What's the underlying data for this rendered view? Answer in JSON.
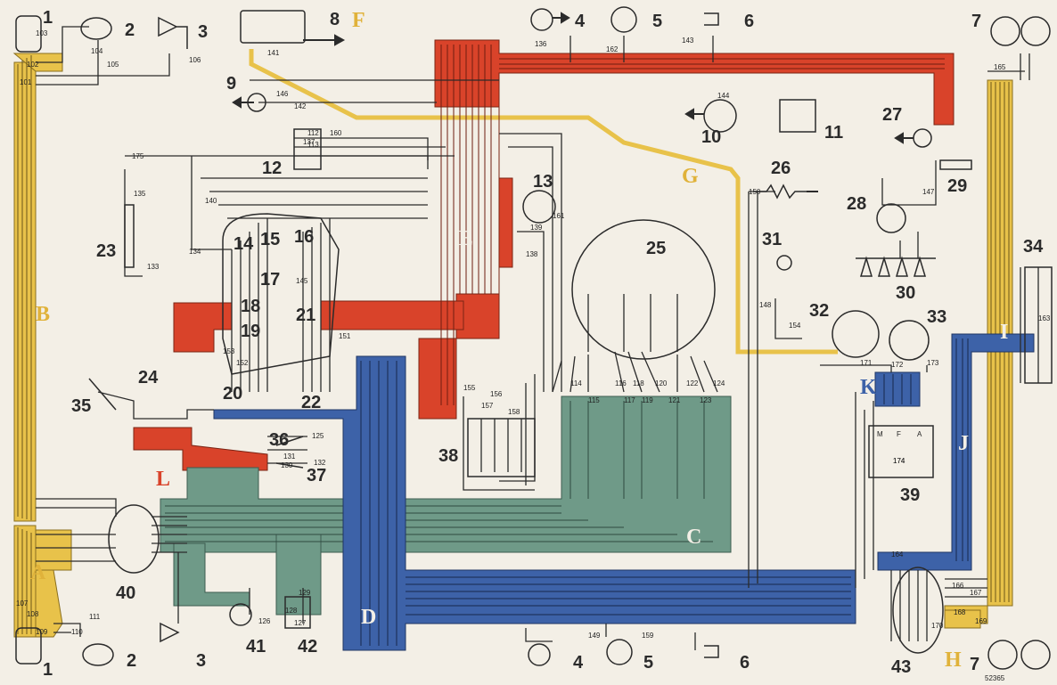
{
  "diagram": {
    "colors": {
      "background": "#f3efe6",
      "wire": "#2b2b2b",
      "harness_yellow": "#e8c24a",
      "harness_red": "#d9432a",
      "harness_blue": "#3d62a8",
      "harness_green": "#6f9a88",
      "label": "#2b2b2b",
      "harness_label_yellow": "#e0b23a",
      "harness_label_red": "#d9432a",
      "harness_label_blue": "#3d62a8"
    },
    "harness_labels": [
      {
        "id": "A",
        "text": "A",
        "color": "harness_label_yellow"
      },
      {
        "id": "B",
        "text": "B",
        "color": "harness_label_yellow"
      },
      {
        "id": "C",
        "text": "C",
        "color": "background"
      },
      {
        "id": "D",
        "text": "D",
        "color": "background"
      },
      {
        "id": "E",
        "text": "E",
        "color": "background"
      },
      {
        "id": "F",
        "text": "F",
        "color": "harness_label_yellow"
      },
      {
        "id": "G",
        "text": "G",
        "color": "harness_label_yellow"
      },
      {
        "id": "H",
        "text": "H",
        "color": "harness_label_yellow"
      },
      {
        "id": "I",
        "text": "I",
        "color": "background"
      },
      {
        "id": "J",
        "text": "J",
        "color": "background"
      },
      {
        "id": "K",
        "text": "K",
        "color": "harness_label_blue"
      },
      {
        "id": "L",
        "text": "L",
        "color": "harness_label_red"
      }
    ],
    "component_labels": [
      "1",
      "2",
      "3",
      "4",
      "5",
      "6",
      "7",
      "8",
      "9",
      "10",
      "11",
      "12",
      "13",
      "14",
      "15",
      "16",
      "17",
      "18",
      "19",
      "20",
      "21",
      "22",
      "23",
      "24",
      "25",
      "26",
      "27",
      "28",
      "29",
      "30",
      "31",
      "32",
      "33",
      "34",
      "35",
      "36",
      "37",
      "38",
      "39",
      "40",
      "41",
      "42",
      "43",
      "1",
      "2",
      "3",
      "4",
      "5",
      "6",
      "7"
    ],
    "wire_numbers": [
      "101",
      "102",
      "103",
      "104",
      "105",
      "106",
      "107",
      "108",
      "109",
      "110",
      "111",
      "112",
      "113",
      "114",
      "115",
      "116",
      "117",
      "118",
      "119",
      "120",
      "121",
      "122",
      "123",
      "124",
      "125",
      "126",
      "127",
      "128",
      "129",
      "130",
      "131",
      "132",
      "133",
      "134",
      "135",
      "136",
      "137",
      "138",
      "139",
      "140",
      "141",
      "142",
      "143",
      "144",
      "145",
      "146",
      "147",
      "148",
      "149",
      "150",
      "151",
      "152",
      "153",
      "154",
      "155",
      "156",
      "157",
      "158",
      "159",
      "160",
      "161",
      "162",
      "163",
      "164",
      "165",
      "166",
      "167",
      "168",
      "169",
      "170",
      "171",
      "172",
      "173",
      "174",
      "175"
    ],
    "box_labels": {
      "m": "M",
      "f": "F",
      "a": "A",
      "code": "174"
    },
    "drawing_number": "52365"
  }
}
